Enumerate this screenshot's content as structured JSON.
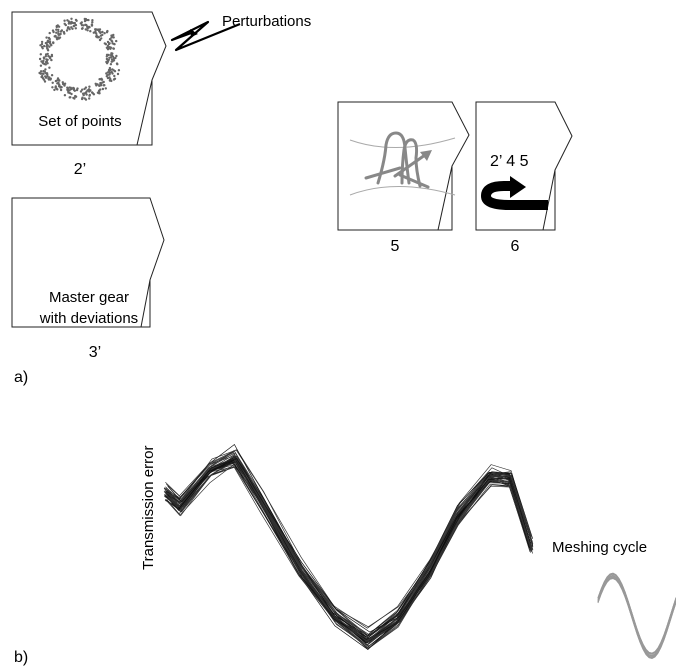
{
  "colors": {
    "stroke": "#222222",
    "gray": "#888888",
    "black": "#000000"
  },
  "panel_a": {
    "label": "a)",
    "box_2p": {
      "text": "Set of points",
      "number": "2’"
    },
    "box_3p": {
      "text_line1": "Master gear",
      "text_line2": "with deviations",
      "number": "3’"
    },
    "box_5": {
      "number": "5"
    },
    "box_6": {
      "text": "2’ 4 5",
      "number": "6",
      "icon": "u-turn-arrow-icon"
    },
    "perturbations_label": "Perturbations"
  },
  "panel_b": {
    "label": "b)",
    "ylabel": "Transmission error",
    "meshing_label": "Meshing cycle"
  }
}
